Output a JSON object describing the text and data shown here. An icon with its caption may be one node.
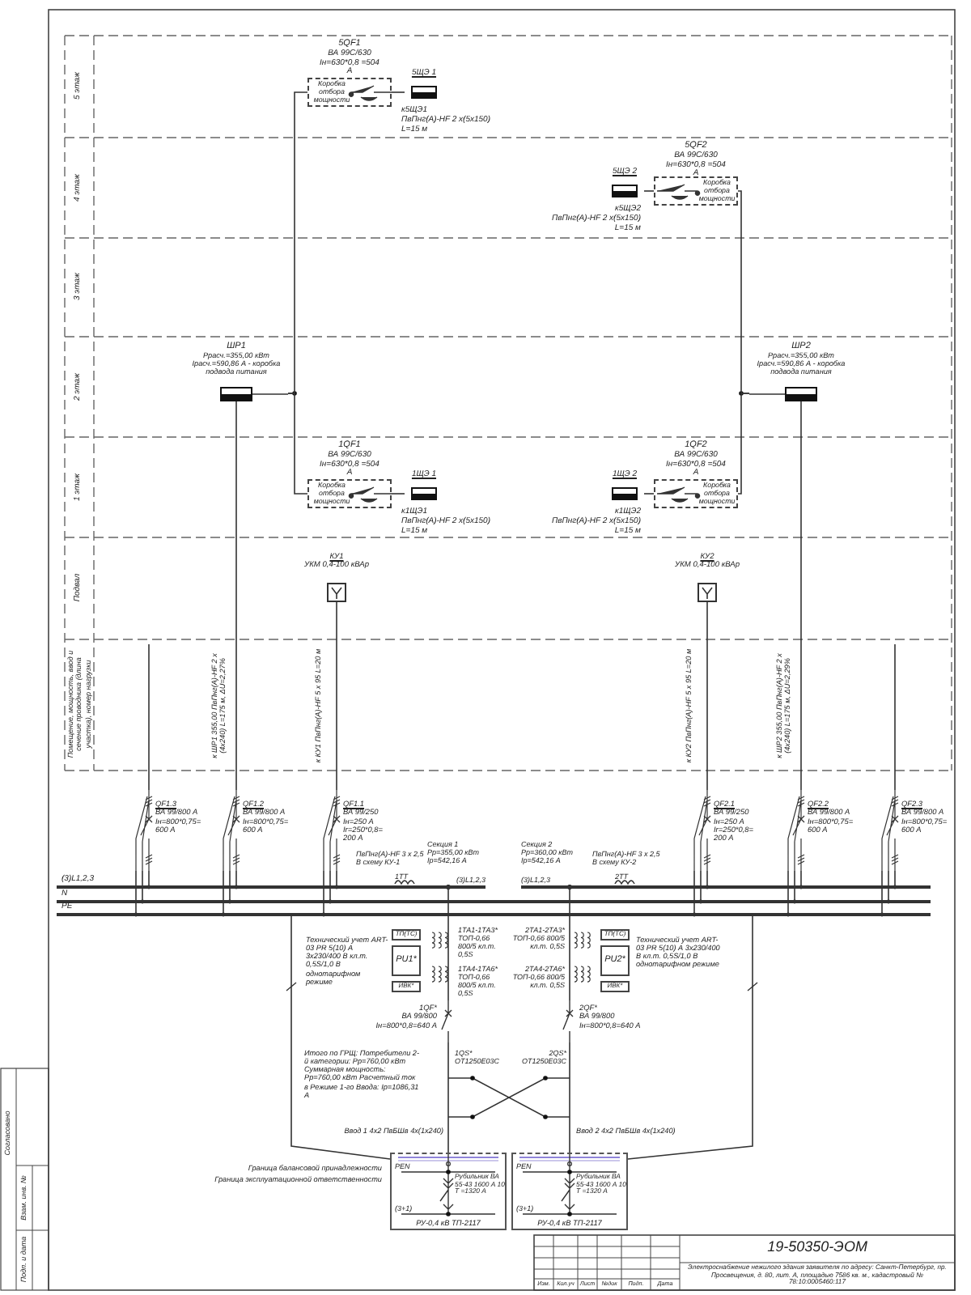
{
  "diagram": {
    "nodes": [
      {
        "text": [
          "Коробка отбора мощности"
        ],
        "beside": [
          "5QF1",
          "ВА 99С/630 Iн=630*0,8 =504 А"
        ]
      },
      {
        "text": [
          "5ЩЭ 1"
        ],
        "beside": [
          "к5ЩЭ1",
          "ПвПнг(А)-HF 2 х(5х150)",
          "L=15 м"
        ]
      },
      {
        "text": [
          "Коробка отбора мощности"
        ],
        "beside": [
          "5QF2",
          "ВА 99С/630 Iн=630*0,8 =504 А"
        ]
      },
      {
        "text": [
          "5ЩЭ 2"
        ],
        "beside": [
          "к5ЩЭ2",
          "ПвПнг(А)-HF 2 х(5х150)",
          "L=15 м"
        ]
      },
      {
        "text": [
          "ШР1",
          "Ррасч.=355,00 кВт Iрасч.=590,86 А - коробка подвода питания"
        ]
      },
      {
        "text": [
          "ШР2",
          "Ррасч.=355,00 кВт Iрасч.=590,86 А - коробка подвода питания"
        ]
      },
      {
        "text": [
          "Коробка отбора мощности"
        ],
        "beside": [
          "1QF1",
          "ВА 99С/630 Iн=630*0,8 =504 А"
        ]
      },
      {
        "text": [
          "1ЩЭ 1"
        ],
        "beside": [
          "к1ЩЭ1",
          "ПвПнг(А)-HF 2 х(5х150)",
          "L=15 м"
        ]
      },
      {
        "text": [
          "Коробка отбора мощности"
        ],
        "beside": [
          "1QF2",
          "ВА 99С/630 Iн=630*0,8 =504 А"
        ]
      },
      {
        "text": [
          "1ЩЭ 2"
        ],
        "beside": [
          "к1ЩЭ2",
          "ПвПнг(А)-HF 2 х(5х150)",
          "L=15 м"
        ]
      },
      {
        "text": [
          "КУ1",
          "УКМ 0,4-100 кВАр"
        ]
      },
      {
        "text": [
          "КУ2",
          "УКМ 0,4-100 кВАр"
        ]
      },
      {
        "text": [
          "QF1.3",
          "ВА 99/800 А Iн=800*0,75= 600 А"
        ]
      },
      {
        "text": [
          "QF1.2",
          "ВА 99/800 А Iн=800*0,75= 600 А"
        ]
      },
      {
        "text": [
          "QF1.1",
          "ВА 99/250 Iн=250 А Ir=250*0,8= 200 А"
        ]
      },
      {
        "text": [
          "QF2.1",
          "ВА 99/250 Iн=250 А Ir=250*0,8= 200 А"
        ]
      },
      {
        "text": [
          "QF2.2",
          "ВА 99/800 А Iн=800*0,75= 600 А"
        ]
      },
      {
        "text": [
          "QF2.3",
          "ВА 99/800 А Iн=800*0,75= 600 А"
        ]
      },
      {
        "text": [
          "ТП(ТС)"
        ]
      },
      {
        "text": [
          "PU1*"
        ]
      },
      {
        "text": [
          "ИВК*"
        ]
      },
      {
        "text": [
          "ТП(ТС)"
        ]
      },
      {
        "text": [
          "PU2*"
        ]
      },
      {
        "text": [
          "ИВК*"
        ]
      },
      {
        "text": [
          "1QF*",
          "ВА 99/800 Iн=800*0,8=640 А"
        ]
      },
      {
        "text": [
          "2QF*",
          "ВА 99/800 Iн=800*0,8=640 А"
        ]
      },
      {
        "text": [
          "PEN",
          "Рубильник ВА 55-43 1600 А 10 Т =1320 А",
          "(3+1)",
          "РУ-0,4 кВ ТП-2117"
        ],
        "beside": [
          "Граница балансовой принадлежности",
          "Граница эксплуатационной ответственности"
        ]
      },
      {
        "text": [
          "PEN",
          "Рубильник ВА 55-43 1600 А 10 Т =1320 А",
          "(3+1)",
          "РУ-0,4 кВ ТП-2117"
        ]
      },
      {
        "text": [],
        "shape": "bar"
      },
      {
        "text": [],
        "shape": "bar"
      },
      {
        "text": [],
        "shape": "bar"
      },
      {
        "text": [],
        "shape": "bar"
      }
    ],
    "edges": [
      {
        "from": 0,
        "to": 1,
        "arrow": "none"
      },
      {
        "from": 4,
        "to": 0,
        "arrow": "none"
      },
      {
        "from": 4,
        "to": 6,
        "arrow": "none"
      },
      {
        "from": 6,
        "to": 7,
        "arrow": "none"
      },
      {
        "from": 5,
        "to": 2,
        "arrow": "none"
      },
      {
        "from": 2,
        "to": 3,
        "arrow": "none"
      },
      {
        "from": 5,
        "to": 8,
        "arrow": "none"
      },
      {
        "from": 8,
        "to": 9,
        "arrow": "none"
      },
      {
        "from": 13,
        "to": 4,
        "arrow": "none",
        "label": "к ШР1 355,00 ПвПнг(А)-HF 2 х (4х240) L=175 м, ΔU=2,27%"
      },
      {
        "from": 14,
        "to": 10,
        "arrow": "none",
        "label": "к КУ1 ПвПнг(А)-HF 5 х 95 L=20 м"
      },
      {
        "from": 15,
        "to": 11,
        "arrow": "none",
        "label": "к КУ2 ПвПнг(А)-HF 5 х 95 L=20 м"
      },
      {
        "from": 16,
        "to": 5,
        "arrow": "none",
        "label": "к ШР2 355,00 ПвПнг(А)-HF 2 х (4х240) L=175 м, ΔU=2,29%"
      },
      {
        "from": 12,
        "to": null,
        "arrow": "none"
      },
      {
        "from": 17,
        "to": null,
        "arrow": "none"
      },
      {
        "from": 26,
        "to": 24,
        "arrow": "none",
        "label": "Ввод 1 4х2 ПвБШв 4х(1х240)"
      },
      {
        "from": 27,
        "to": 25,
        "arrow": "none",
        "label": "Ввод 2 4х2 ПвБШв 4х(1х240)"
      },
      {
        "from": 12,
        "to": 28,
        "arrow": "none"
      },
      {
        "from": 12,
        "to": 30,
        "arrow": "none"
      },
      {
        "from": 12,
        "to": 31,
        "arrow": "none"
      },
      {
        "from": 13,
        "to": 28,
        "arrow": "none"
      },
      {
        "from": 13,
        "to": 30,
        "arrow": "none"
      },
      {
        "from": 13,
        "to": 31,
        "arrow": "none"
      },
      {
        "from": 14,
        "to": 28,
        "arrow": "none"
      },
      {
        "from": 14,
        "to": 30,
        "arrow": "none"
      },
      {
        "from": 14,
        "to": 31,
        "arrow": "none"
      },
      {
        "from": 15,
        "to": 29,
        "arrow": "none"
      },
      {
        "from": 15,
        "to": 30,
        "arrow": "none"
      },
      {
        "from": 15,
        "to": 31,
        "arrow": "none"
      },
      {
        "from": 16,
        "to": 29,
        "arrow": "none"
      },
      {
        "from": 16,
        "to": 30,
        "arrow": "none"
      },
      {
        "from": 16,
        "to": 31,
        "arrow": "none"
      },
      {
        "from": 17,
        "to": 29,
        "arrow": "none"
      },
      {
        "from": 17,
        "to": 30,
        "arrow": "none"
      },
      {
        "from": 17,
        "to": 31,
        "arrow": "none"
      },
      {
        "from": 24,
        "to": 28,
        "arrow": "none"
      },
      {
        "from": 25,
        "to": 29,
        "arrow": "none"
      },
      {
        "from": 31,
        "to": 26,
        "arrow": "none"
      },
      {
        "from": 31,
        "to": 27,
        "arrow": "none"
      }
    ],
    "labels": [
      "5 этаж",
      "4 этаж",
      "3 этаж",
      "2 этаж",
      "1 этаж",
      "Подвал",
      "Помещение, мощность, ввод и сечение проводника (длина участка), номер нагрузки",
      "ПвПнг(А)-HF 3 х 2,5 В схему КУ-1",
      "Секция 1 Рр=355,00 кВт Iр=542,16 А",
      "1ТТ",
      "(3)L1,2,3",
      "N",
      "PE",
      "(3)L1,2,3",
      "Секция 2 Рр=360,00 кВт Iр=542,16 А",
      "ПвПнг(А)-HF 3 х 2,5 В схему КУ-2",
      "(3)L1,2,3",
      "2ТТ",
      "1ТА1-1ТА3* ТОП-0,66 800/5 кл.т. 0,5S",
      "1ТА4-1ТА6* ТОП-0,66 800/5 кл.т. 0,5S",
      "2ТА1-2ТА3* ТОП-0,66 800/5 кл.т. 0,5S",
      "2ТА4-2ТА6* ТОП-0,66 800/5 кл.т. 0,5S",
      "Технический учет ART-03 PR 5(10) А 3х230/400 В кл.т. 0,5S/1,0 В однотарифном режиме",
      "Итого по ГРЩ: Потребители 2-й категории: Рр=760,00 кВт Суммарная мощность: Рр=760,00 кВт Расчетный ток в Режиме 1-го Ввода: Iр=1086,31 А",
      "Технический учет ART-03 PR 5(10) А 3х230/400 В кл.т. 0,5S/1,0 В однотарифном режиме",
      "1QS* ОТ1250Е03С",
      "2QS* ОТ1250Е03С",
      "19-50350-ЭОМ",
      "Электроснабжение нежилого здания заявителя по адресу: Санкт-Петербург, пр. Просвещения, д. 80, лит. А, площадью 7586 кв. м., кадастровый № 78:10:0005460:117",
      "Изм.",
      "Кол.уч",
      "Лист",
      "№док",
      "Подп.",
      "Дата",
      "Согласовано",
      "Взам. инв. №",
      "Подп. и дата"
    ]
  }
}
